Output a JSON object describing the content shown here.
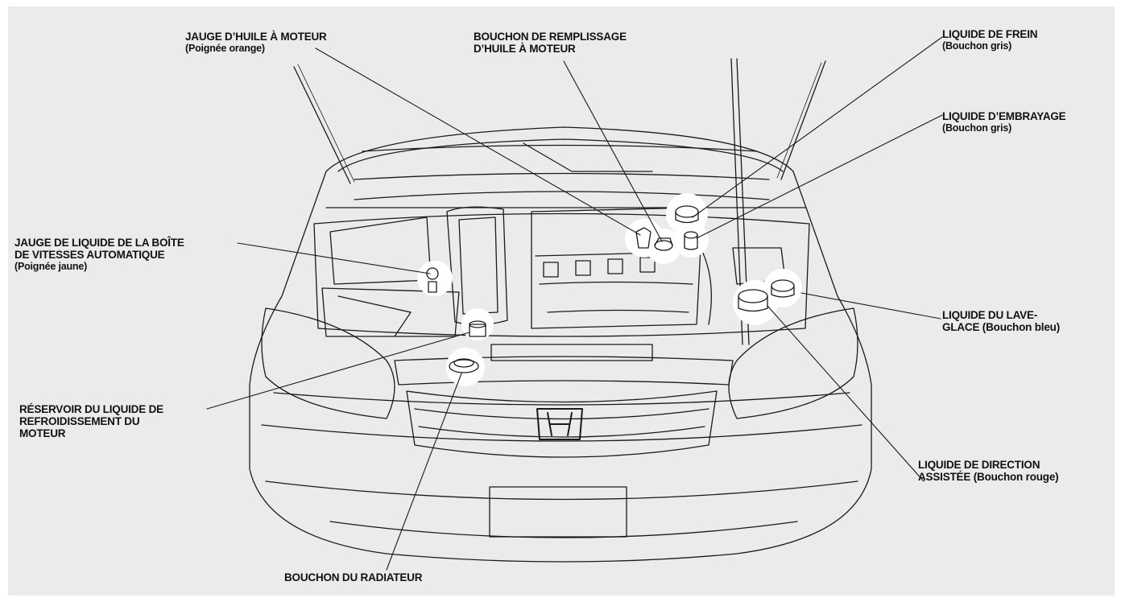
{
  "labels": {
    "oil_dipstick": {
      "line1": "JAUGE D’HUILE À MOTEUR",
      "line2": "(Poignée orange)"
    },
    "oil_filler_cap": {
      "line1": "BOUCHON DE REMPLISSAGE",
      "line2": "D’HUILE À MOTEUR"
    },
    "brake_fluid": {
      "line1": "LIQUIDE DE FREIN",
      "line2": "(Bouchon gris)"
    },
    "clutch_fluid": {
      "line1": "LIQUIDE D’EMBRAYAGE",
      "line2": "(Bouchon gris)"
    },
    "atf_dipstick": {
      "line1": "JAUGE DE LIQUIDE DE LA BOÎTE",
      "line2": "DE VITESSES AUTOMATIQUE",
      "line3": "(Poignée jaune)"
    },
    "washer_fluid": {
      "line1": "LIQUIDE DU LAVE-",
      "line2": "GLACE (Bouchon bleu)"
    },
    "coolant_reservoir": {
      "line1": "RÉSERVOIR DU LIQUIDE DE",
      "line2": "REFROIDISSEMENT DU",
      "line3": "MOTEUR"
    },
    "power_steering_fluid": {
      "line1": "LIQUIDE DE DIRECTION",
      "line2": "ASSISTÉE (Bouchon rouge)"
    },
    "radiator_cap": {
      "line1": "BOUCHON DU RADIATEUR"
    }
  },
  "colors": {
    "background": "#ebebeb",
    "line": "#1a1a1a",
    "highlight": "#ffffff"
  }
}
